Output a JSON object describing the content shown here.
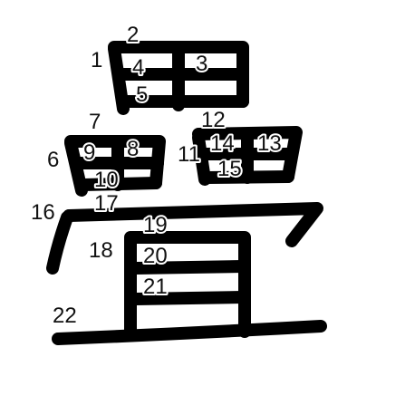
{
  "character": {
    "stroke_color": "#000000",
    "background_color": "#ffffff",
    "stroke_numbers": [
      "1",
      "2",
      "3",
      "4",
      "5",
      "6",
      "7",
      "8",
      "9",
      "10",
      "11",
      "12",
      "13",
      "14",
      "15",
      "16",
      "17",
      "18",
      "19",
      "20",
      "21",
      "22"
    ]
  }
}
